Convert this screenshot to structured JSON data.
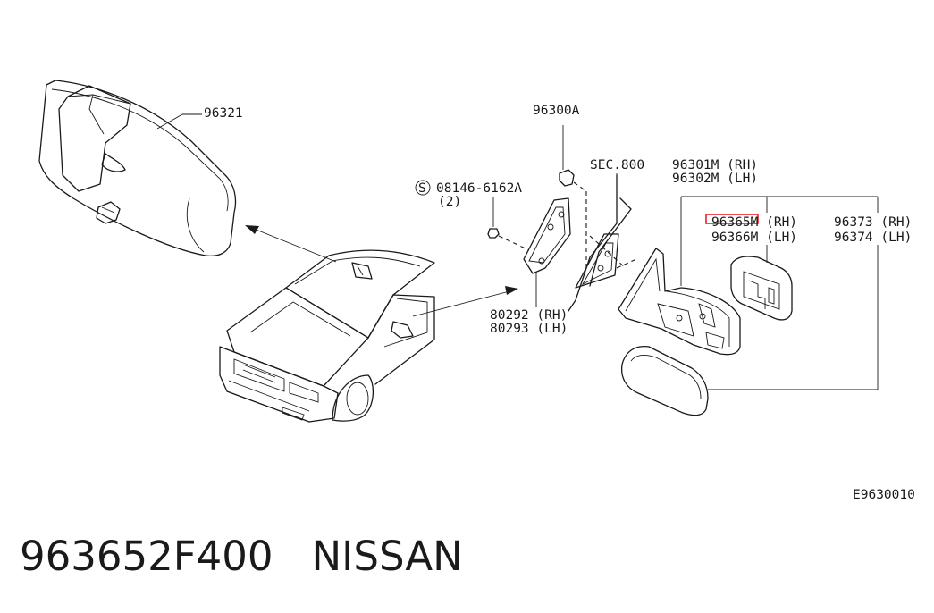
{
  "callouts": {
    "inner_mirror": "96321",
    "bolt": "96300A",
    "screw": "08146-6162A",
    "screw_qty": "(2)",
    "screw_symbol": "S",
    "section_ref": "SEC.800",
    "mirror_assy_rh": "96301M (RH)",
    "mirror_assy_lh": "96302M (LH)",
    "glass_rh": "96365M (RH)",
    "glass_lh": "96366M (LH)",
    "cover_rh": "96373 (RH)",
    "cover_lh": "96374 (LH)",
    "finisher_rh": "80292 (RH)",
    "finisher_lh": "80293 (LH)",
    "diagram_code": "E9630010"
  },
  "caption": {
    "part_number": "963652F400",
    "brand": "NISSAN"
  },
  "colors": {
    "line": "#1a1a1a",
    "highlight": "#e8202a",
    "background": "#ffffff"
  }
}
